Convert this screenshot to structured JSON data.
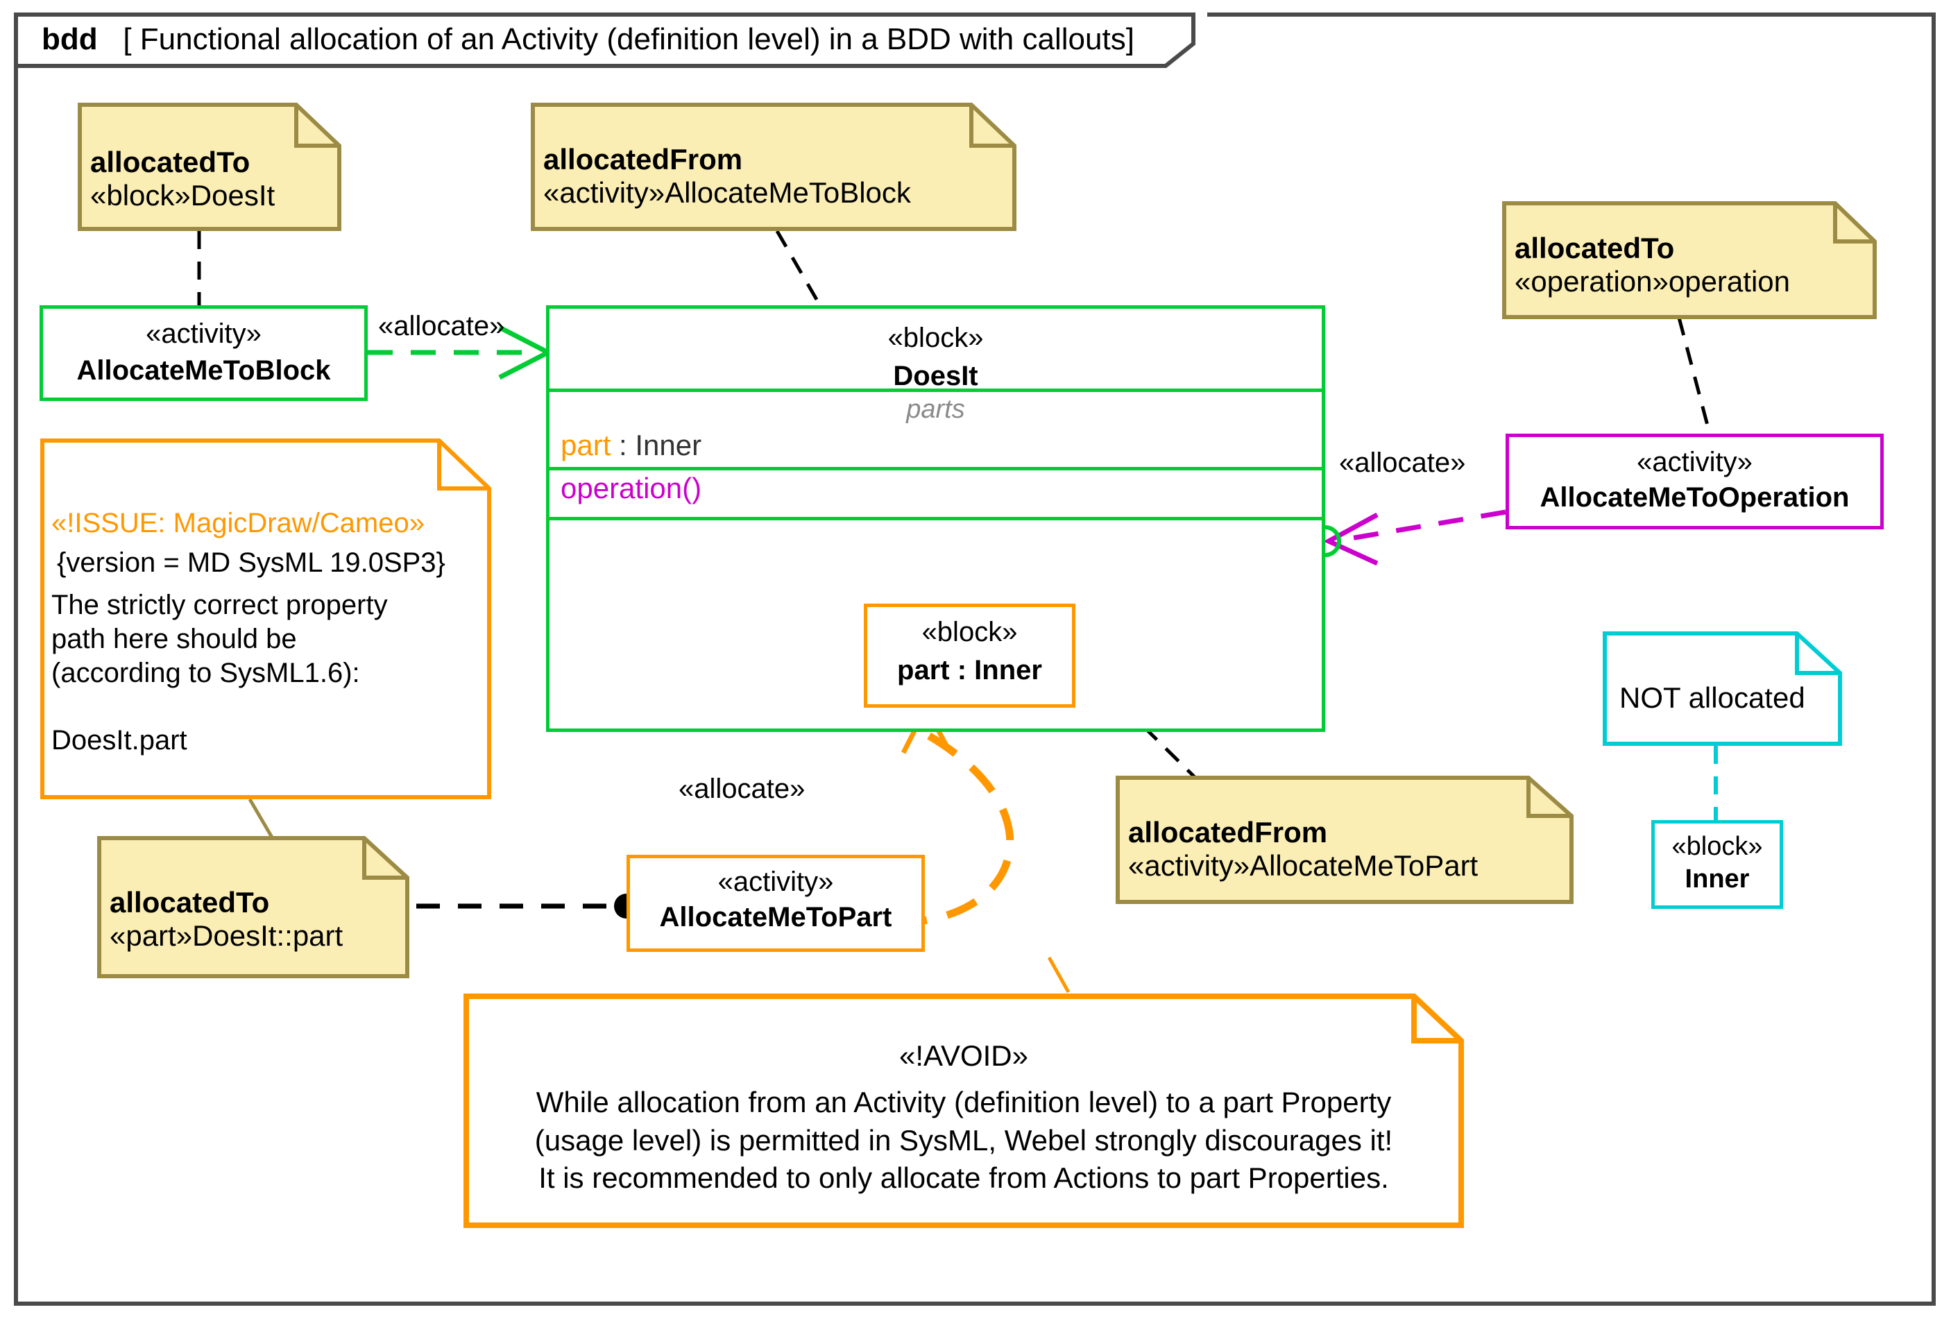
{
  "diagram": {
    "kind": "bdd",
    "title": "[ Functional allocation of an Activity (definition level) in a BDD with callouts]",
    "frame_color": "#4a4a4a"
  },
  "colors": {
    "green": "#00cc33",
    "orange": "#ff9800",
    "magenta": "#cc00cc",
    "cyan": "#00ccd4",
    "note_fill": "#faeeb4",
    "note_border": "#9c8b44",
    "gray_text": "#8a8a8a"
  },
  "notes": {
    "allocated_to_block": {
      "line1": "allocatedTo",
      "line2": "«block»DoesIt",
      "color": "#9c8b44"
    },
    "allocated_from_block": {
      "line1": "allocatedFrom",
      "line2": "«activity»AllocateMeToBlock",
      "color": "#9c8b44"
    },
    "allocated_to_operation": {
      "line1": "allocatedTo",
      "line2": "«operation»operation",
      "color": "#9c8b44"
    },
    "allocated_to_part": {
      "line1": "allocatedTo",
      "line2": "«part»DoesIt::part",
      "color": "#9c8b44"
    },
    "allocated_from_part": {
      "line1": "allocatedFrom",
      "line2": "«activity»AllocateMeToPart",
      "color": "#9c8b44"
    },
    "not_allocated": {
      "line1": "NOT allocated",
      "color": "#00ccd4"
    },
    "issue": {
      "stereotype": "«!ISSUE: MagicDraw/Cameo»",
      "version": "{version = MD SysML 19.0SP3}",
      "body_lines": [
        "The strictly correct property",
        "path here should be",
        "(according to SysML1.6):",
        "",
        "DoesIt.part"
      ],
      "color": "#ff9800"
    },
    "avoid": {
      "stereotype": "«!AVOID»",
      "body_lines": [
        "While allocation from an Activity (definition level) to a part Property",
        "(usage level) is permitted in SysML, Webel strongly discourages it!",
        "It is recommended to only allocate from Actions to part Properties."
      ],
      "color": "#ff9800"
    }
  },
  "blocks": {
    "allocate_me_to_block": {
      "stereotype": "«activity»",
      "name": "AllocateMeToBlock",
      "color": "#00cc33"
    },
    "doesit": {
      "stereotype": "«block»",
      "name": "DoesIt",
      "color": "#00cc33",
      "parts_compartment_label": "parts",
      "part_property_name": "part",
      "part_property_sep": " : ",
      "part_property_type": "Inner",
      "operation": "operation()"
    },
    "part_inner": {
      "stereotype": "«block»",
      "name": "part : Inner",
      "color": "#ff9800"
    },
    "allocate_me_to_operation": {
      "stereotype": "«activity»",
      "name": "AllocateMeToOperation",
      "color": "#cc00cc"
    },
    "allocate_me_to_part": {
      "stereotype": "«activity»",
      "name": "AllocateMeToPart",
      "color": "#ff9800"
    },
    "inner": {
      "stereotype": "«block»",
      "name": "Inner",
      "color": "#00ccd4"
    }
  },
  "edges": {
    "allocate_block_label": "«allocate»",
    "allocate_operation_label": "«allocate»",
    "allocate_part_label": "«allocate»"
  }
}
